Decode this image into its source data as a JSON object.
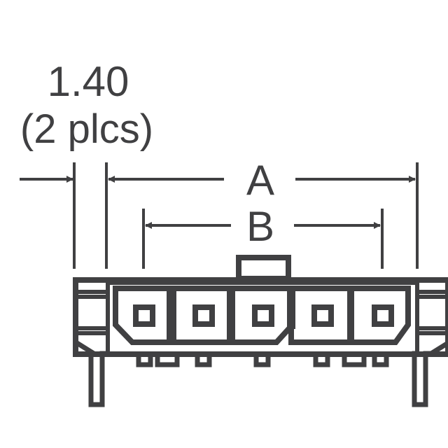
{
  "dimensions": {
    "pitch_value": "1.40",
    "pitch_note": "(2 plcs)",
    "label_a": "A",
    "label_b": "B"
  },
  "connector": {
    "positions": 5
  },
  "colors": {
    "line": "#404042",
    "background": "#ffffff"
  }
}
